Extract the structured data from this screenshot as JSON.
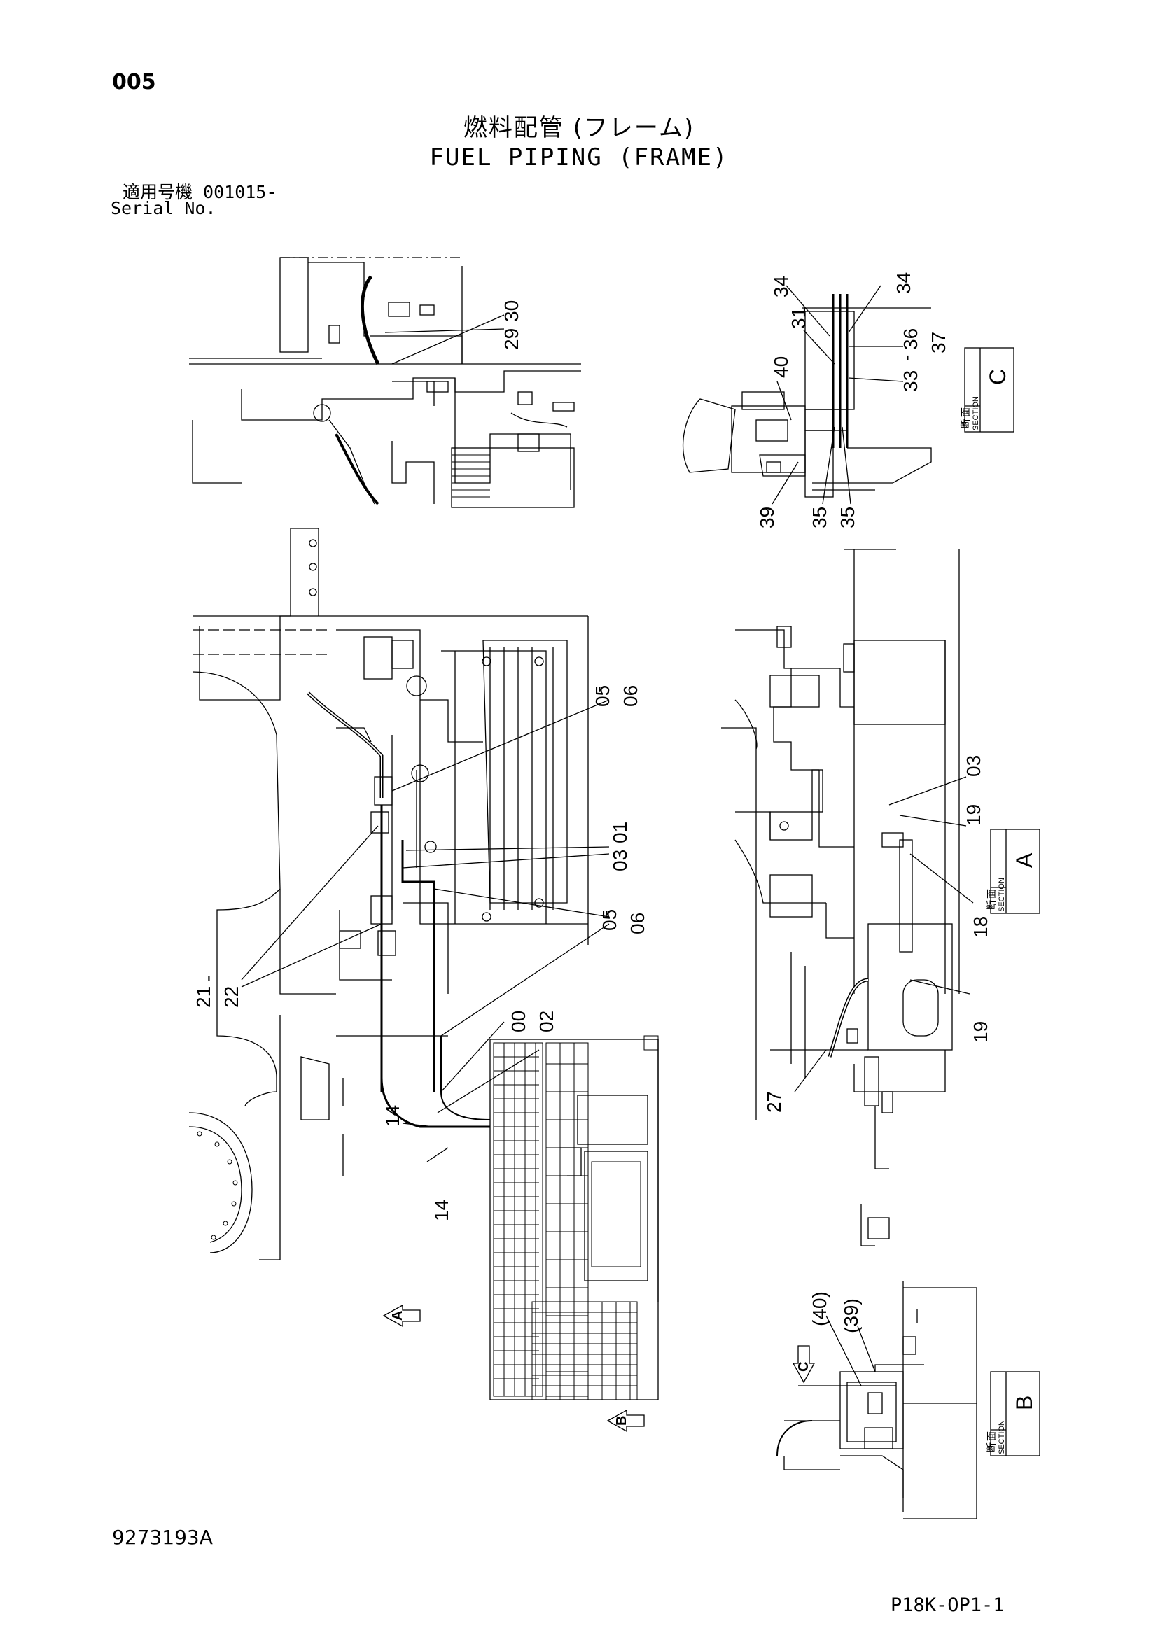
{
  "header": {
    "page_number": "005",
    "title_jp": "燃料配管 (フレーム)",
    "title_en": "FUEL PIPING (FRAME)",
    "serial_label_jp": "適用号機 001015-",
    "serial_label_en": "Serial No."
  },
  "footer": {
    "document_number": "9273193A",
    "page_code": "P18K-OP1-1"
  },
  "sections": {
    "a": {
      "jp1": "断",
      "jp2": "面",
      "en": "SECTION",
      "letter": "A"
    },
    "b": {
      "jp1": "断",
      "jp2": "面",
      "en": "SECTION",
      "letter": "B"
    },
    "c": {
      "jp1": "断",
      "jp2": "面",
      "en": "SECTION",
      "letter": "C"
    }
  },
  "view_arrows": {
    "a": "A",
    "b": "B",
    "c": "C"
  },
  "callouts": {
    "top_left": [
      "30",
      "29"
    ],
    "section_c": [
      "34",
      "34",
      "31",
      "36",
      "37",
      "33",
      "40",
      "39",
      "35",
      "35"
    ],
    "main_view": [
      "05",
      "06",
      "03",
      "01",
      "05",
      "06",
      "00",
      "02",
      "21",
      "22",
      "14",
      "14"
    ],
    "section_a": [
      "03",
      "19",
      "18",
      "19",
      "27"
    ],
    "section_b": [
      "(40)",
      "(39)"
    ],
    "dash": "-"
  }
}
